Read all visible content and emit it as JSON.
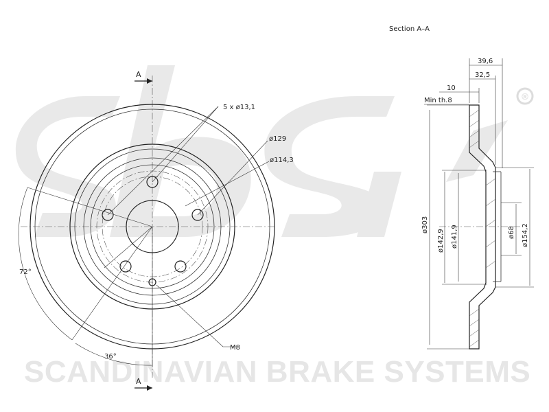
{
  "section_title": "Section A–A",
  "section_markers": {
    "top": "A",
    "bottom": "A"
  },
  "watermark": {
    "logo_text": "sbs",
    "registered_mark": "®",
    "company": "SCANDINAVIAN BRAKE SYSTEMS"
  },
  "front_view_labels": {
    "bolt_holes": "5 x ø13,1",
    "pcd_outer": "ø129",
    "pcd": "ø114,3",
    "thread": "M8",
    "angle_72": "72°",
    "angle_36": "36°"
  },
  "section_labels": {
    "total_height": "39,6",
    "hat_height": "32,5",
    "thickness": "10",
    "min_thickness": "Min th.8",
    "diameter_outer": "ø303",
    "diameter_hat_1": "ø142,9",
    "diameter_hat_2": "ø141,9",
    "diameter_center": "ø68",
    "diameter_hat_outer": "ø154,2"
  },
  "colors": {
    "line": "#222222",
    "watermark": "#e6e6e6"
  }
}
